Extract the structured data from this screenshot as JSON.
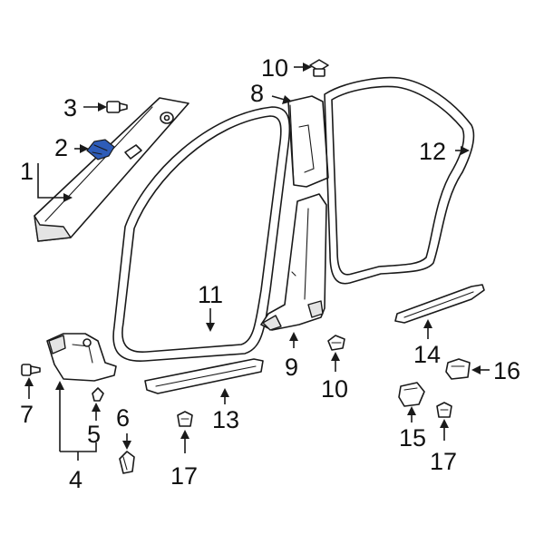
{
  "callouts": [
    "1",
    "2",
    "3",
    "4",
    "5",
    "6",
    "7",
    "8",
    "9",
    "10",
    "10",
    "11",
    "12",
    "13",
    "14",
    "15",
    "16",
    "17",
    "17"
  ],
  "colors": {
    "highlight": "#2e5cb8",
    "line": "#1a1a1a",
    "background": "#ffffff"
  }
}
